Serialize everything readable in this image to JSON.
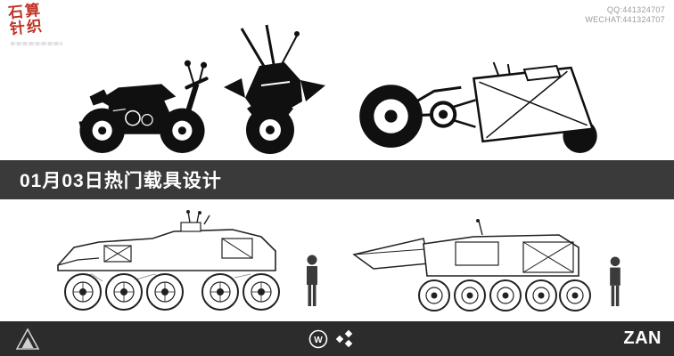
{
  "header": {
    "stamp_text": "石算针织",
    "contact_qq": "QQ:441324707",
    "contact_wechat": "WECHAT:441324707"
  },
  "banner": {
    "title": "01月03日热门载具设计"
  },
  "gallery": {
    "top_items": [
      "motorcycle-side-silhouette",
      "motorcycle-front-silhouette",
      "cargo-trike-concept"
    ],
    "bottom_items": [
      "six-wheel-rover-concept",
      "six-wheel-armored-rover-concept"
    ],
    "scale_figures": 2
  },
  "footer": {
    "w_label": "W",
    "brand_label": "ZAN"
  },
  "colors": {
    "banner_bg": "#3a3a3a",
    "footer_bg": "#2c2c2c",
    "stamp_red": "#bf3527",
    "silhouette_ink": "#101010",
    "line_art": "#222222",
    "contact_gray": "#9b9b9b"
  }
}
